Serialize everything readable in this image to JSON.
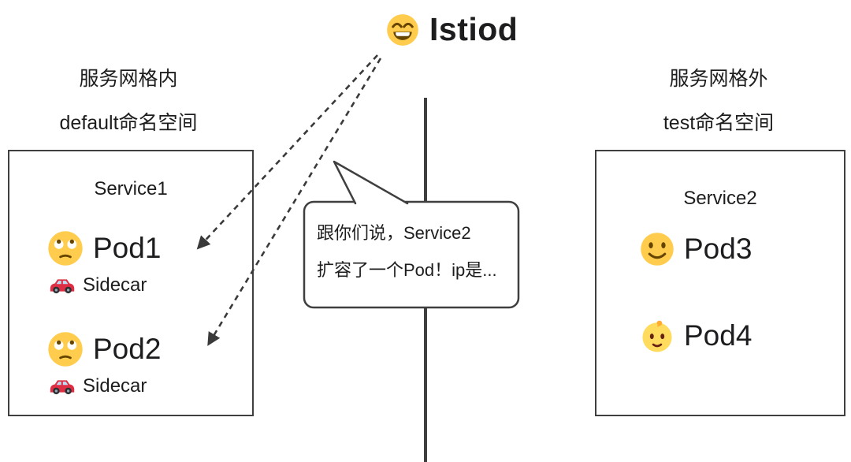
{
  "diagram": {
    "title": {
      "icon": "grinning-face",
      "label": "Istiod"
    },
    "left": {
      "header_line1": "服务网格内",
      "header_line2": "default命名空间",
      "service": {
        "name": "Service1",
        "pods": [
          {
            "icon": "eye-roll-face",
            "label": "Pod1",
            "sidecar": {
              "icon": "red-car",
              "label": "Sidecar"
            }
          },
          {
            "icon": "eye-roll-face",
            "label": "Pod2",
            "sidecar": {
              "icon": "red-car",
              "label": "Sidecar"
            }
          }
        ]
      }
    },
    "right": {
      "header_line1": "服务网格外",
      "header_line2": "test命名空间",
      "service": {
        "name": "Service2",
        "pods": [
          {
            "icon": "slightly-smiling-face",
            "label": "Pod3"
          },
          {
            "icon": "baby-face",
            "label": "Pod4"
          }
        ]
      }
    },
    "bubble": {
      "line1": "跟你们说，Service2",
      "line2": "扩容了一个Pod！ip是..."
    },
    "colors": {
      "text": "#1d1d1f",
      "stroke": "#3f3f3f",
      "emoji_yellow": "#FFCC4D",
      "car_red": "#DD2E44"
    }
  }
}
